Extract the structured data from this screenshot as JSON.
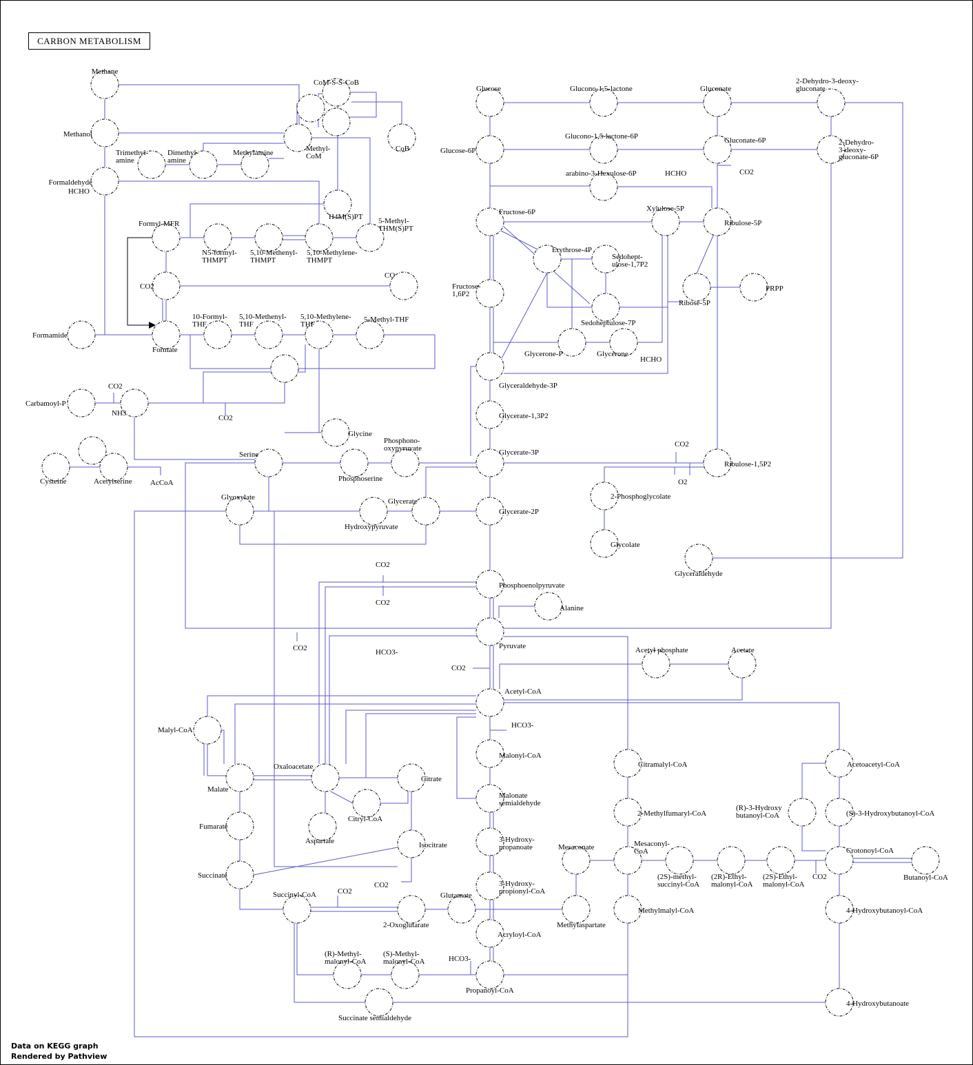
{
  "title": "CARBON METABOLISM",
  "credit": {
    "line1": "Data on KEGG graph",
    "line2": "Rendered by Pathview"
  },
  "colors": {
    "edge": "#5a5ac8",
    "node": "#000000",
    "highlight_edge": "#000000"
  },
  "nodes": [
    {
      "id": "methane",
      "label": "Methane"
    },
    {
      "id": "methanol",
      "label": "Methanol"
    },
    {
      "id": "formaldehyde",
      "label": "Formaldehyde HCHO"
    },
    {
      "id": "comsscob",
      "label": "CoM-S-S-CoB"
    },
    {
      "id": "com_a",
      "label": ""
    },
    {
      "id": "com_b",
      "label": ""
    },
    {
      "id": "cob",
      "label": "CoB"
    },
    {
      "id": "methylcom",
      "label": "Methyl-CoM"
    },
    {
      "id": "trimethylamine",
      "label": "Trimethyl-amine"
    },
    {
      "id": "dimethylamine",
      "label": "Dimethyl-amine"
    },
    {
      "id": "methylamine",
      "label": "Methylamine"
    },
    {
      "id": "h4mpt",
      "label": "H4M(S)PT"
    },
    {
      "id": "formylmfr",
      "label": "Formyl-MFR"
    },
    {
      "id": "n5formyl",
      "label": "N5-formyl-THMPT"
    },
    {
      "id": "methenyl_thmpt",
      "label": "5,10-Methenyl-THMPT"
    },
    {
      "id": "methylene_thmpt",
      "label": "5,10-Methylene-THMPT"
    },
    {
      "id": "methyl_thmpt",
      "label": "5-Methyl-THM(S)PT"
    },
    {
      "id": "co2_a",
      "label": "CO2"
    },
    {
      "id": "co_b",
      "label": "CO"
    },
    {
      "id": "formamide",
      "label": "Formamide"
    },
    {
      "id": "formate",
      "label": "Formate"
    },
    {
      "id": "formylthf",
      "label": "10-Formyl-THF"
    },
    {
      "id": "methenylthf",
      "label": "5,10-Methenyl-THF"
    },
    {
      "id": "methylenethf",
      "label": "5,10-Methylene-THF"
    },
    {
      "id": "methylthf",
      "label": "5-Methyl-THF"
    },
    {
      "id": "thf",
      "label": ""
    },
    {
      "id": "carbamoylp",
      "label": "Carbamoyl-P"
    },
    {
      "id": "nh3",
      "label": "NH3"
    },
    {
      "id": "glycine",
      "label": "Glycine"
    },
    {
      "id": "cysteine",
      "label": "Cysteine"
    },
    {
      "id": "h2s",
      "label": ""
    },
    {
      "id": "acetylserine",
      "label": "Acetylserine"
    },
    {
      "id": "serine",
      "label": "Serine"
    },
    {
      "id": "phosphoserine",
      "label": "Phosphoserine"
    },
    {
      "id": "phosphohydroxypyruvate",
      "label": "Phosphono-oxypyruvate"
    },
    {
      "id": "glyoxylate",
      "label": "Glyoxylate"
    },
    {
      "id": "hydroxypyruvate",
      "label": "Hydroxypyruvate"
    },
    {
      "id": "glycerate",
      "label": "Glycerate"
    },
    {
      "id": "glucose",
      "label": "Glucose"
    },
    {
      "id": "gluconolactone",
      "label": "Glucono-1,5-lactone"
    },
    {
      "id": "gluconate",
      "label": "Gluconate"
    },
    {
      "id": "kdg",
      "label": "2-Dehydro-3-deoxy-gluconate"
    },
    {
      "id": "glucose6p",
      "label": "Glucose-6P"
    },
    {
      "id": "gluconolactone6p",
      "label": "Glucono-1,5-lactone-6P"
    },
    {
      "id": "gluconate6p",
      "label": "Gluconate-6P"
    },
    {
      "id": "kdpg",
      "label": "2-Dehydro-3-deoxy-gluconate-6P"
    },
    {
      "id": "hexulose6p",
      "label": "arabino-3-Hexulose-6P"
    },
    {
      "id": "fructose6p",
      "label": "Fructose-6P"
    },
    {
      "id": "xylulose5p",
      "label": "Xylulose-5P"
    },
    {
      "id": "ribulose5p",
      "label": "Ribulose-5P"
    },
    {
      "id": "erythrose4p",
      "label": "Erythrose-4P"
    },
    {
      "id": "sedoheptulose17p2",
      "label": "Sedohept-ulose-1,7P2"
    },
    {
      "id": "fructose16p2",
      "label": "Fructose-1,6P2"
    },
    {
      "id": "ribose5p",
      "label": "Ribose-5P"
    },
    {
      "id": "prpp",
      "label": "PRPP"
    },
    {
      "id": "sedoheptulose7p",
      "label": "Sedoheptulose-7P"
    },
    {
      "id": "glyceronep",
      "label": "Glycerone-P"
    },
    {
      "id": "glycerone",
      "label": "Glycerone"
    },
    {
      "id": "ga3p",
      "label": "Glyceraldehyde-3P"
    },
    {
      "id": "g13p2",
      "label": "Glycerate-1,3P2"
    },
    {
      "id": "g3p",
      "label": "Glycerate-3P"
    },
    {
      "id": "ribulose15p2",
      "label": "Ribulose-1,5P2"
    },
    {
      "id": "phosphoglycolate",
      "label": "2-Phosphoglycolate"
    },
    {
      "id": "g2p",
      "label": "Glycerate-2P"
    },
    {
      "id": "glycolate",
      "label": "Glycolate"
    },
    {
      "id": "glyceraldehyde",
      "label": "Glyceraldehyde"
    },
    {
      "id": "pep",
      "label": "Phosphoenolpyruvate"
    },
    {
      "id": "alanine",
      "label": "Alanine"
    },
    {
      "id": "pyruvate",
      "label": "Pyruvate"
    },
    {
      "id": "acetylp",
      "label": "Acetyl phosphate"
    },
    {
      "id": "acetate",
      "label": "Acetate"
    },
    {
      "id": "acetylcoa",
      "label": "Acetyl-CoA"
    },
    {
      "id": "malylcoa",
      "label": "Malyl-CoA"
    },
    {
      "id": "malonylcoa",
      "label": "Malonyl-CoA"
    },
    {
      "id": "citramalylcoa",
      "label": "Citramalyl-CoA"
    },
    {
      "id": "acetoacetylcoa",
      "label": "Acetoacetyl-CoA"
    },
    {
      "id": "malate",
      "label": "Malate"
    },
    {
      "id": "oxaloacetate",
      "label": "Oxaloacetate"
    },
    {
      "id": "citrate",
      "label": "Citrate"
    },
    {
      "id": "citrylcoa",
      "label": "Citryl-CoA"
    },
    {
      "id": "malonatesemialdehyde",
      "label": "Malonate semialdehyde"
    },
    {
      "id": "methylfumarylcoa",
      "label": "2-Methylfumaryl-CoA"
    },
    {
      "id": "hydroxybutyrylcoa3r",
      "label": "(R)-3-Hydroxy butanoyl-CoA"
    },
    {
      "id": "hydroxybutanoylcoa3s",
      "label": "(S)-3-Hydroxybutanoyl-CoA"
    },
    {
      "id": "aspartate",
      "label": "Aspartate"
    },
    {
      "id": "fumarate",
      "label": "Fumarate"
    },
    {
      "id": "isocitrate",
      "label": "Isocitrate"
    },
    {
      "id": "hydroxypropanoate",
      "label": "3-Hydroxy-propanoate"
    },
    {
      "id": "mesaconate",
      "label": "Mesaconate"
    },
    {
      "id": "mesaconylcoa",
      "label": "Mesaconyl-CoA"
    },
    {
      "id": "methylsuccinylcoa",
      "label": "(2S)-methyl-succinyl-CoA"
    },
    {
      "id": "ethylmalonylcoa",
      "label": "(2R)-Ethyl-malonyl-CoA"
    },
    {
      "id": "ethylmalonylcoa2s",
      "label": "(2S)-Ethyl-malonyl-CoA"
    },
    {
      "id": "crotonylcoa",
      "label": "Crotonoyl-CoA"
    },
    {
      "id": "butanoylcoa",
      "label": "Butanoyl-CoA"
    },
    {
      "id": "succinate",
      "label": "Succinate"
    },
    {
      "id": "hydroxypropionylcoa",
      "label": "3-Hydroxy-propionyl-CoA"
    },
    {
      "id": "succinylcoa",
      "label": "Succinyl-CoA"
    },
    {
      "id": "oxoglutarate",
      "label": "2-Oxoglutarate"
    },
    {
      "id": "glutamate",
      "label": "Glutamate"
    },
    {
      "id": "methylaspartate",
      "label": "Methylaspartate"
    },
    {
      "id": "methylmalylcoa",
      "label": "Methylmalyl-CoA"
    },
    {
      "id": "hydroxybutanoylcoa4",
      "label": "4-Hydroxybutanoyl-CoA"
    },
    {
      "id": "acryloylcoa",
      "label": "Acryloyl-CoA"
    },
    {
      "id": "rmethylmalonylcoa",
      "label": "(R)-Methyl-malonyl-CoA"
    },
    {
      "id": "smethylmalonylcoa",
      "label": "(S)-Methyl-malonyl-CoA"
    },
    {
      "id": "propanoylcoa",
      "label": "Propanoyl-CoA"
    },
    {
      "id": "succinatesemialdehyde",
      "label": "Succinate semialdehyde"
    },
    {
      "id": "hydroxybutanoate4",
      "label": "4-Hydroxybutanoate"
    }
  ],
  "labels": [
    {
      "id": "t_methane",
      "text": "Methane"
    },
    {
      "id": "t_methanol",
      "text": "Methanol"
    },
    {
      "id": "t_formaldehyde1",
      "text": "Formaldehyde"
    },
    {
      "id": "t_formaldehyde2",
      "text": "HCHO"
    },
    {
      "id": "t_comsscob",
      "text": "CoM-S-S-CoB"
    },
    {
      "id": "t_cob",
      "text": "CoB"
    },
    {
      "id": "t_methylcom1",
      "text": "Methyl-"
    },
    {
      "id": "t_methylcom2",
      "text": "CoM"
    },
    {
      "id": "t_trimethyl1",
      "text": "Trimethyl-"
    },
    {
      "id": "t_trimethyl2",
      "text": "amine"
    },
    {
      "id": "t_dimethyl1",
      "text": "Dimethyl-"
    },
    {
      "id": "t_dimethyl2",
      "text": "amine"
    },
    {
      "id": "t_methylamine",
      "text": "Methylamine"
    },
    {
      "id": "t_h4mpt",
      "text": "H4M(S)PT"
    },
    {
      "id": "t_methylthmpt1",
      "text": "5-Methyl-"
    },
    {
      "id": "t_methylthmpt2",
      "text": "THM(S)PT"
    },
    {
      "id": "t_formylmfr",
      "text": "Formyl-MFR"
    },
    {
      "id": "t_n5formyl1",
      "text": "N5-formyl-"
    },
    {
      "id": "t_n5formyl2",
      "text": "THMPT"
    },
    {
      "id": "t_methenyl1",
      "text": "5,10-Methenyl-"
    },
    {
      "id": "t_methenyl2",
      "text": "THMPT"
    },
    {
      "id": "t_methylene1",
      "text": "5,10-Methylene-"
    },
    {
      "id": "t_methylene2",
      "text": "THMPT"
    },
    {
      "id": "t_co2a",
      "text": "CO2"
    },
    {
      "id": "t_cob2",
      "text": "CO"
    },
    {
      "id": "t_formamide",
      "text": "Formamide"
    },
    {
      "id": "t_formate",
      "text": "Formate"
    },
    {
      "id": "t_formylthf1",
      "text": "10-Formyl-"
    },
    {
      "id": "t_formylthf2",
      "text": "THF"
    },
    {
      "id": "t_methenylthf1",
      "text": "5,10-Methenyl-"
    },
    {
      "id": "t_methenylthf2",
      "text": "THF"
    },
    {
      "id": "t_methylenethf1",
      "text": "5,10-Methylene-"
    },
    {
      "id": "t_methylenethf2",
      "text": "THF"
    },
    {
      "id": "t_methylthf",
      "text": "5-Methyl-THF"
    },
    {
      "id": "t_carbamoylp",
      "text": "Carbamoyl-P"
    },
    {
      "id": "t_co2c",
      "text": "CO2"
    },
    {
      "id": "t_nh3",
      "text": "NH3"
    },
    {
      "id": "t_co2d",
      "text": "CO2"
    },
    {
      "id": "t_glycine",
      "text": "Glycine"
    },
    {
      "id": "t_cysteine",
      "text": "Cysteine"
    },
    {
      "id": "t_acetylserine",
      "text": "Acetylserine"
    },
    {
      "id": "t_accoa",
      "text": "AcCoA"
    },
    {
      "id": "t_serine",
      "text": "Serine"
    },
    {
      "id": "t_phosphoserine",
      "text": "Phosphoserine"
    },
    {
      "id": "t_phosphono1",
      "text": "Phosphono-"
    },
    {
      "id": "t_phosphono2",
      "text": "oxypyruvate"
    },
    {
      "id": "t_glyoxylate",
      "text": "Glyoxylate"
    },
    {
      "id": "t_hydroxypyruvate",
      "text": "Hydroxypyruvate"
    },
    {
      "id": "t_glycerate",
      "text": "Glycerate"
    },
    {
      "id": "t_glucose",
      "text": "Glucose"
    },
    {
      "id": "t_gluconolactone",
      "text": "Glucono-1,5-lactone"
    },
    {
      "id": "t_gluconate",
      "text": "Gluconate"
    },
    {
      "id": "t_kdg1",
      "text": "2-Dehydro-3-deoxy-"
    },
    {
      "id": "t_kdg2",
      "text": "gluconate"
    },
    {
      "id": "t_glucose6p",
      "text": "Glucose-6P"
    },
    {
      "id": "t_gluconolactone6p",
      "text": "Glucono-1,5-lactone-6P"
    },
    {
      "id": "t_gluconate6p",
      "text": "Gluconate-6P"
    },
    {
      "id": "t_kdpg1",
      "text": "2-Dehydro-"
    },
    {
      "id": "t_kdpg2",
      "text": "3-deoxy-"
    },
    {
      "id": "t_kdpg3",
      "text": "gluconate-6P"
    },
    {
      "id": "t_hexulose6p",
      "text": "arabino-3-Hexulose-6P"
    },
    {
      "id": "t_hcho1",
      "text": "HCHO"
    },
    {
      "id": "t_co2e",
      "text": "CO2"
    },
    {
      "id": "t_fructose6p",
      "text": "Fructose-6P"
    },
    {
      "id": "t_xylulose5p",
      "text": "Xylulose-5P"
    },
    {
      "id": "t_ribulose5p",
      "text": "Ribulose-5P"
    },
    {
      "id": "t_erythrose4p",
      "text": "Erythrose-4P"
    },
    {
      "id": "t_sedo17p2_1",
      "text": "Sedohept-"
    },
    {
      "id": "t_sedo17p2_2",
      "text": "ulose-1,7P2"
    },
    {
      "id": "t_fructose16p2_1",
      "text": "Fructose-"
    },
    {
      "id": "t_fructose16p2_2",
      "text": "1,6P2"
    },
    {
      "id": "t_ribose5p",
      "text": "Ribose-5P"
    },
    {
      "id": "t_prpp",
      "text": "PRPP"
    },
    {
      "id": "t_sedoheptulose7p",
      "text": "Sedoheptulose-7P"
    },
    {
      "id": "t_glyceronep",
      "text": "Glycerone-P"
    },
    {
      "id": "t_glycerone",
      "text": "Glycerone"
    },
    {
      "id": "t_hcho2",
      "text": "HCHO"
    },
    {
      "id": "t_ga3p",
      "text": "Glyceraldehyde-3P"
    },
    {
      "id": "t_g13p2",
      "text": "Glycerate-1,3P2"
    },
    {
      "id": "t_g3p",
      "text": "Glycerate-3P"
    },
    {
      "id": "t_co2f",
      "text": "CO2"
    },
    {
      "id": "t_o2",
      "text": "O2"
    },
    {
      "id": "t_ribulose15p2",
      "text": "Ribulose-1,5P2"
    },
    {
      "id": "t_phosphoglycolate",
      "text": "2-Phosphoglycolate"
    },
    {
      "id": "t_g2p",
      "text": "Glycerate-2P"
    },
    {
      "id": "t_glycolate",
      "text": "Glycolate"
    },
    {
      "id": "t_glyceraldehyde",
      "text": "Glyceraldehyde"
    },
    {
      "id": "t_co2g",
      "text": "CO2"
    },
    {
      "id": "t_pep",
      "text": "Phosphoenolpyruvate"
    },
    {
      "id": "t_co2h",
      "text": "CO2"
    },
    {
      "id": "t_alanine",
      "text": "Alanine"
    },
    {
      "id": "t_co2i",
      "text": "CO2"
    },
    {
      "id": "t_hco3a",
      "text": "HCO3-"
    },
    {
      "id": "t_pyruvate",
      "text": "Pyruvate"
    },
    {
      "id": "t_acetylp",
      "text": "Acetyl phosphate"
    },
    {
      "id": "t_acetate",
      "text": "Acetate"
    },
    {
      "id": "t_co2j",
      "text": "CO2"
    },
    {
      "id": "t_acetylcoa",
      "text": "Acetyl-CoA"
    },
    {
      "id": "t_hco3b",
      "text": "HCO3-"
    },
    {
      "id": "t_malylcoa",
      "text": "Malyl-CoA"
    },
    {
      "id": "t_malonylcoa",
      "text": "Malonyl-CoA"
    },
    {
      "id": "t_citramalylcoa",
      "text": "Citramalyl-CoA"
    },
    {
      "id": "t_acetoacetylcoa",
      "text": "Acetoacetyl-CoA"
    },
    {
      "id": "t_malate",
      "text": "Malate"
    },
    {
      "id": "t_oxaloacetate",
      "text": "Oxaloacetate"
    },
    {
      "id": "t_citrate",
      "text": "Citrate"
    },
    {
      "id": "t_citrylcoa",
      "text": "Citryl-CoA"
    },
    {
      "id": "t_malonatesa1",
      "text": "Malonate"
    },
    {
      "id": "t_malonatesa2",
      "text": "semialdehyde"
    },
    {
      "id": "t_methylfumarylcoa",
      "text": "2-Methylfumaryl-CoA"
    },
    {
      "id": "t_r3hb1",
      "text": "(R)-3-Hydroxy"
    },
    {
      "id": "t_r3hb2",
      "text": "butanoyl-CoA"
    },
    {
      "id": "t_s3hb",
      "text": "(S)-3-Hydroxybutanoyl-CoA"
    },
    {
      "id": "t_aspartate",
      "text": "Aspartate"
    },
    {
      "id": "t_fumarate",
      "text": "Fumarate"
    },
    {
      "id": "t_isocitrate",
      "text": "Isocitrate"
    },
    {
      "id": "t_3hp1",
      "text": "3-Hydroxy-"
    },
    {
      "id": "t_3hp2",
      "text": "propanoate"
    },
    {
      "id": "t_mesaconate",
      "text": "Mesaconate"
    },
    {
      "id": "t_mesaconylcoa1",
      "text": "Mesaconyl-"
    },
    {
      "id": "t_mesaconylcoa2",
      "text": "CoA"
    },
    {
      "id": "t_msc1",
      "text": "(2S)-methyl-"
    },
    {
      "id": "t_msc2",
      "text": "succinyl-CoA"
    },
    {
      "id": "t_emc1",
      "text": "(2R)-Ethyl-"
    },
    {
      "id": "t_emc2",
      "text": "malonyl-CoA"
    },
    {
      "id": "t_emc2s1",
      "text": "(2S)-Ethyl-"
    },
    {
      "id": "t_emc2s2",
      "text": "malonyl-CoA"
    },
    {
      "id": "t_co2k",
      "text": "CO2"
    },
    {
      "id": "t_crotonylcoa",
      "text": "Crotonoyl-CoA"
    },
    {
      "id": "t_butanoylcoa",
      "text": "Butanoyl-CoA"
    },
    {
      "id": "t_succinate",
      "text": "Succinate"
    },
    {
      "id": "t_co2l",
      "text": "CO2"
    },
    {
      "id": "t_3hpcoa1",
      "text": "3-Hydroxy-"
    },
    {
      "id": "t_3hpcoa2",
      "text": "propionyl-CoA"
    },
    {
      "id": "t_succinylcoa",
      "text": "Succinyl-CoA"
    },
    {
      "id": "t_co2m",
      "text": "CO2"
    },
    {
      "id": "t_oxoglutarate",
      "text": "2-Oxoglutarate"
    },
    {
      "id": "t_glutamate",
      "text": "Glutamate"
    },
    {
      "id": "t_methylaspartate",
      "text": "Methylaspartate"
    },
    {
      "id": "t_methylmalylcoa",
      "text": "Methylmalyl-CoA"
    },
    {
      "id": "t_4hbcoa",
      "text": "4-Hydroxybutanoyl-CoA"
    },
    {
      "id": "t_acryloylcoa",
      "text": "Acryloyl-CoA"
    },
    {
      "id": "t_rmm1",
      "text": "(R)-Methyl-"
    },
    {
      "id": "t_rmm2",
      "text": "malonyl-CoA"
    },
    {
      "id": "t_smm1",
      "text": "(S)-Methyl-"
    },
    {
      "id": "t_smm2",
      "text": "malonyl-CoA"
    },
    {
      "id": "t_hco3c",
      "text": "HCO3-"
    },
    {
      "id": "t_propanoylcoa",
      "text": "Propanoyl-CoA"
    },
    {
      "id": "t_ssa",
      "text": "Succinate semialdehyde"
    },
    {
      "id": "t_4hb",
      "text": "4-Hydroxybutanoate"
    }
  ]
}
